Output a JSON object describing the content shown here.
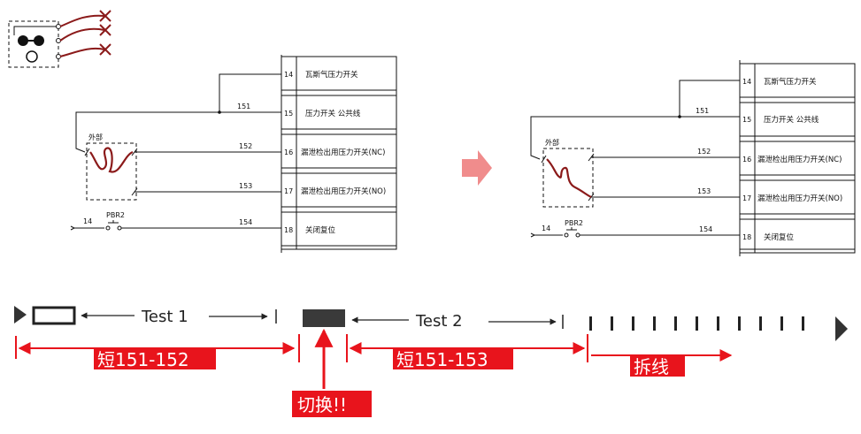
{
  "colors": {
    "wire": "#111111",
    "jumper": "#8b1a1a",
    "red": "#e8141c",
    "arrow_pink": "#f08c8c",
    "label_bg": "#e8141c",
    "block": "#3a3a3a"
  },
  "terminals": [
    {
      "num": "14",
      "label": "瓦斯气压力开关"
    },
    {
      "num": "15",
      "label": "压力开关 公共线"
    },
    {
      "num": "16",
      "label": "漏泄检出用压力开关(NC)"
    },
    {
      "num": "17",
      "label": "漏泄检出用压力开关(NO)"
    },
    {
      "num": "18",
      "label": "关闭复位"
    }
  ],
  "wires": {
    "w151": "151",
    "w152": "152",
    "w153": "153",
    "w154": "154"
  },
  "external_label": "外部",
  "pbr_label": "PBR2",
  "pbr_num": "14",
  "timeline": {
    "test1": "Test 1",
    "test2": "Test 2",
    "short1": "短151-152",
    "short2": "短151-153",
    "disconnect": "拆线",
    "switch": "切换!!"
  },
  "icons": {
    "legend": "wiring-legend-icon",
    "transition": "transition-arrow-icon"
  }
}
